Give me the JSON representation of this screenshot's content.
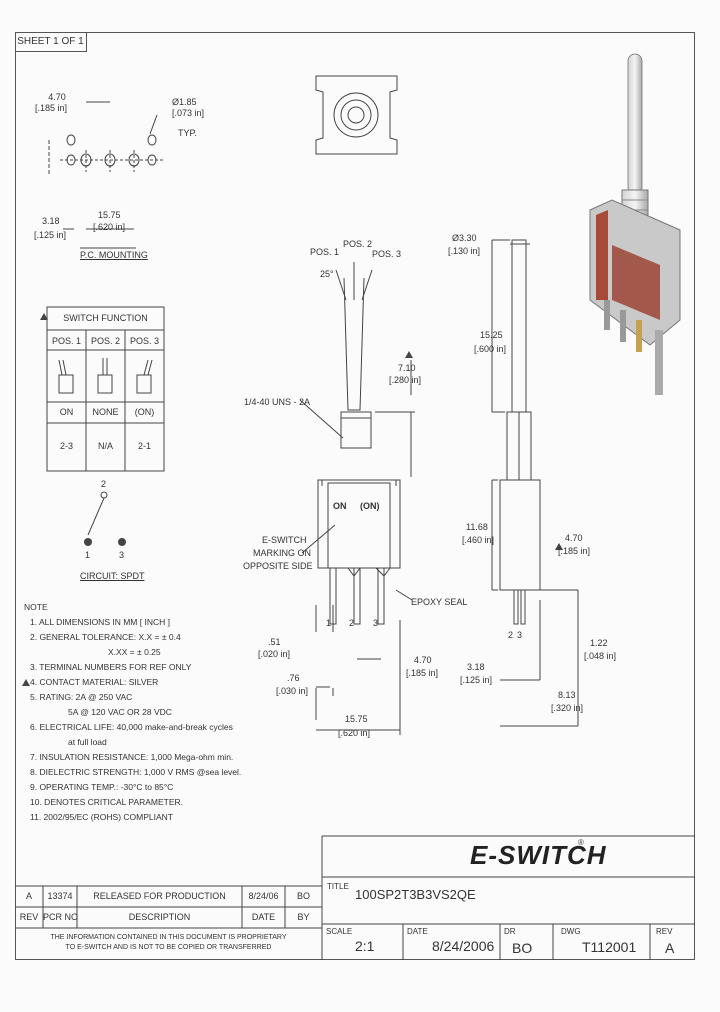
{
  "sheet": "SHEET 1 OF 1",
  "pc_mounting": {
    "title": "P.C. MOUNTING",
    "dim_top": "4.70",
    "dim_top_in": "[.185 in]",
    "dim_hole": "Ø1.85",
    "dim_hole_in": "[.073 in]",
    "dim_hole_note": "TYP.",
    "dim_left": "3.18",
    "dim_left_in": "[.125 in]",
    "dim_bottom": "15.75",
    "dim_bottom_in": "[.620 in]"
  },
  "switch_function": {
    "title": "SWITCH FUNCTION",
    "headers": [
      "POS. 1",
      "POS. 2",
      "POS. 3"
    ],
    "functions": [
      "ON",
      "NONE",
      "(ON)"
    ],
    "terminals": [
      "2-3",
      "N/A",
      "2-1"
    ]
  },
  "circuit": {
    "t2": "2",
    "t1": "1",
    "t3": "3",
    "label": "CIRCUIT: SPDT"
  },
  "front_view": {
    "pos1": "POS. 1",
    "pos2": "POS. 2",
    "pos3": "POS. 3",
    "angle": "25°",
    "thread": "1/4-40 UNS - 2A",
    "lever_len": "7.10",
    "lever_len_in": "[.280 in]",
    "marking": [
      "E-SWITCH",
      "MARKING ON",
      "OPPOSITE SIDE"
    ],
    "face_on": "ON",
    "face_onm": "(ON)",
    "t1": "1",
    "t2": "2",
    "t3": "3",
    "epoxy": "EPOXY SEAL",
    "d_51": ".51",
    "d_51_in": "[.020 in]",
    "d_76": ".76",
    "d_76_in": "[.030 in]",
    "d_470": "4.70",
    "d_470_in": "[.185 in]",
    "d_1575": "15.75",
    "d_1575_in": "[.620 in]"
  },
  "side_view": {
    "d_dia": "Ø3.30",
    "d_dia_in": "[.130 in]",
    "d_1525": "15.25",
    "d_1525_in": "[.600 in]",
    "d_1168": "11.68",
    "d_1168_in": "[.460 in]",
    "d_470": "4.70",
    "d_470_in": "[.185 in]",
    "d_122": "1.22",
    "d_122_in": "[.048 in]",
    "d_318": "3.18",
    "d_318_in": "[.125 in]",
    "d_813": "8.13",
    "d_813_in": "[.320 in]",
    "t2": "2",
    "t3": "3"
  },
  "notes": [
    "NOTE",
    "1. ALL DIMENSIONS IN MM [ INCH ]",
    "2. GENERAL TOLERANCE: X.X = ± 0.4",
    "X.XX = ± 0.25",
    "3. TERMINAL NUMBERS FOR REF ONLY",
    "4. CONTACT MATERIAL: SILVER",
    "5. RATING: 2A @ 250 VAC",
    "5A @ 120 VAC OR 28 VDC",
    "6. ELECTRICAL LIFE: 40,000 make-and-break cycles",
    "at full load",
    "7. INSULATION RESISTANCE: 1,000 Mega-ohm min.",
    "8. DIELECTRIC STRENGTH: 1,000 V RMS @sea level.",
    "9. OPERATING TEMP.: -30°C to 85°C",
    "10. DENOTES CRITICAL PARAMETER.",
    "11. 2002/95/EC (ROHS) COMPLIANT"
  ],
  "brand": "E-SWITCH",
  "brand_mark": "®",
  "title_label": "TITLE",
  "title_value": "100SP2T3B3VS2QE",
  "revision_table": {
    "row": [
      "A",
      "13374",
      "RELEASED FOR PRODUCTION",
      "8/24/06",
      "BO"
    ],
    "headers": [
      "REV",
      "PCR NO",
      "DESCRIPTION",
      "DATE",
      "BY"
    ],
    "disclaimer": [
      "THE INFORMATION CONTAINED IN THIS DOCUMENT IS PROPRIETARY",
      "TO E-SWITCH AND IS NOT TO BE COPIED OR TRANSFERRED"
    ]
  },
  "title_block": {
    "scale_label": "SCALE",
    "scale": "2:1",
    "date_label": "DATE",
    "date": "8/24/2006",
    "dr_label": "DR",
    "dr": "BO",
    "dwg_label": "DWG",
    "dwg": "T112001",
    "rev_label": "REV",
    "rev": "A"
  }
}
